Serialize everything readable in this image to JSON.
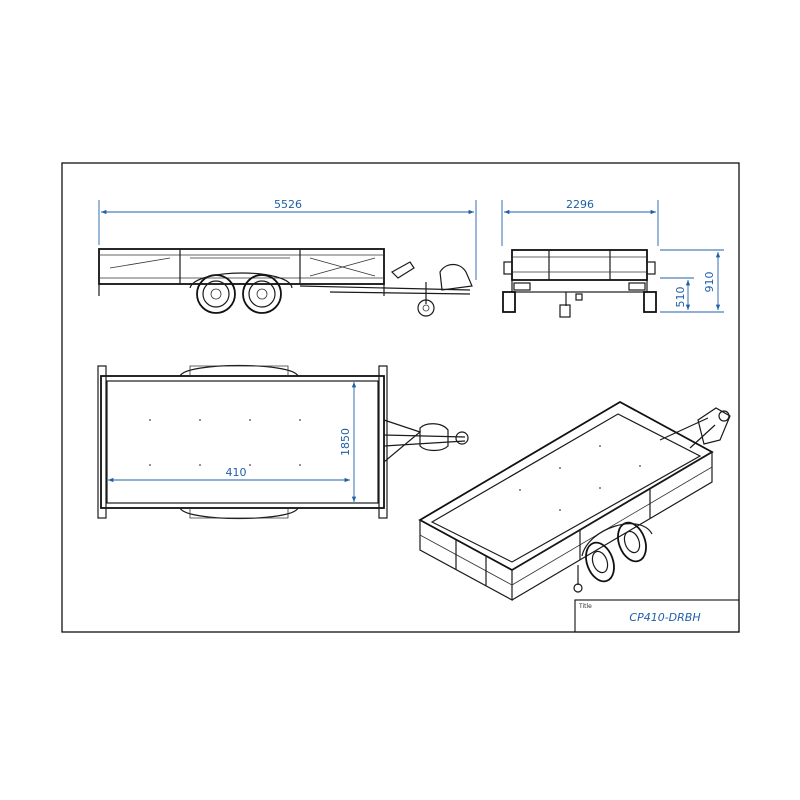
{
  "dimensions": {
    "side_length": "5526",
    "rear_width": "2296",
    "rear_total_height": "910",
    "rear_bed_height": "510",
    "top_length": "410",
    "top_width": "1850"
  },
  "title_block": {
    "label": "Title",
    "value": "CP410-DRBH"
  },
  "colors": {
    "dimension": "#1f5fa8",
    "line": "#1a1a1a"
  }
}
